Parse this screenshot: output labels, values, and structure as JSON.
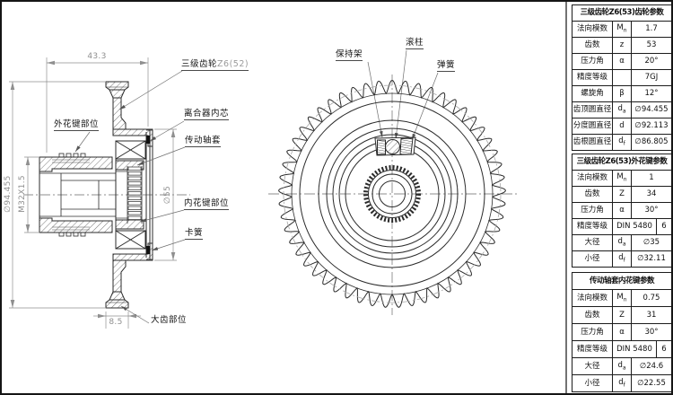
{
  "drawing": {
    "left_view": {
      "part_labels": [
        {
          "text": "三级齿轮",
          "suffix": "Z6(52)"
        },
        {
          "text": "离合器内芯"
        },
        {
          "text": "外花键部位"
        },
        {
          "text": "传动轴套"
        },
        {
          "text": "内花键部位"
        },
        {
          "text": "卡簧"
        },
        {
          "text": "大齿部位"
        }
      ],
      "dimensions": {
        "width": "43.3",
        "outer_dia": "∅94.455",
        "thread": "M32X1.5",
        "hub_dia": "∅55",
        "rim_width": "8.5"
      }
    },
    "front_view": {
      "part_labels": [
        {
          "text": "保持架"
        },
        {
          "text": "滚柱"
        },
        {
          "text": "弹簧"
        }
      ],
      "teeth": 53
    }
  },
  "colors": {
    "line": "#2b2b2b",
    "dimension": "#8f8f8f",
    "muted_text": "#9a9a9a"
  },
  "tables": [
    {
      "title": "三级齿轮Z6(53)齿轮参数",
      "rows": [
        {
          "label": "法向模数",
          "sym": "M",
          "sub": "n",
          "value": "1.7"
        },
        {
          "label": "齿数",
          "sym": "z",
          "sub": "",
          "value": "53"
        },
        {
          "label": "压力角",
          "sym": "α",
          "sub": "",
          "value": "20°"
        },
        {
          "label": "精度等级",
          "sym": "",
          "sub": "",
          "value": "7GJ"
        },
        {
          "label": "螺旋角",
          "sym": "β",
          "sub": "",
          "value": "12°"
        },
        {
          "label": "齿顶圆直径",
          "sym": "d",
          "sub": "a",
          "value": "∅94.455"
        },
        {
          "label": "分度圆直径",
          "sym": "d",
          "sub": "",
          "value": "∅92.113"
        },
        {
          "label": "齿根圆直径",
          "sym": "d",
          "sub": "f",
          "value": "∅86.805"
        }
      ]
    },
    {
      "title": "三级齿轮Z6(53)外花键参数",
      "rows": [
        {
          "label": "法向模数",
          "sym": "M",
          "sub": "n",
          "value": "1"
        },
        {
          "label": "齿数",
          "sym": "Z",
          "sub": "",
          "value": "34"
        },
        {
          "label": "压力角",
          "sym": "α",
          "sub": "",
          "value": "30°"
        },
        {
          "label": "精度等级",
          "sym": "DIN 5480",
          "sub": "",
          "value": "6",
          "wide": true
        },
        {
          "label": "大径",
          "sym": "d",
          "sub": "a",
          "value": "∅35"
        },
        {
          "label": "小径",
          "sym": "d",
          "sub": "f",
          "value": "∅32.11"
        }
      ]
    },
    {
      "title": "传动轴套内花键参数",
      "rows": [
        {
          "label": "法向模数",
          "sym": "M",
          "sub": "n",
          "value": "0.75"
        },
        {
          "label": "齿数",
          "sym": "Z",
          "sub": "",
          "value": "31"
        },
        {
          "label": "压力角",
          "sym": "α",
          "sub": "",
          "value": "30°"
        },
        {
          "label": "精度等级",
          "sym": "DIN 5480",
          "sub": "",
          "value": "6",
          "wide": true
        },
        {
          "label": "大径",
          "sym": "d",
          "sub": "a",
          "value": "∅24.6"
        },
        {
          "label": "小径",
          "sym": "d",
          "sub": "f",
          "value": "∅22.55"
        }
      ]
    }
  ]
}
